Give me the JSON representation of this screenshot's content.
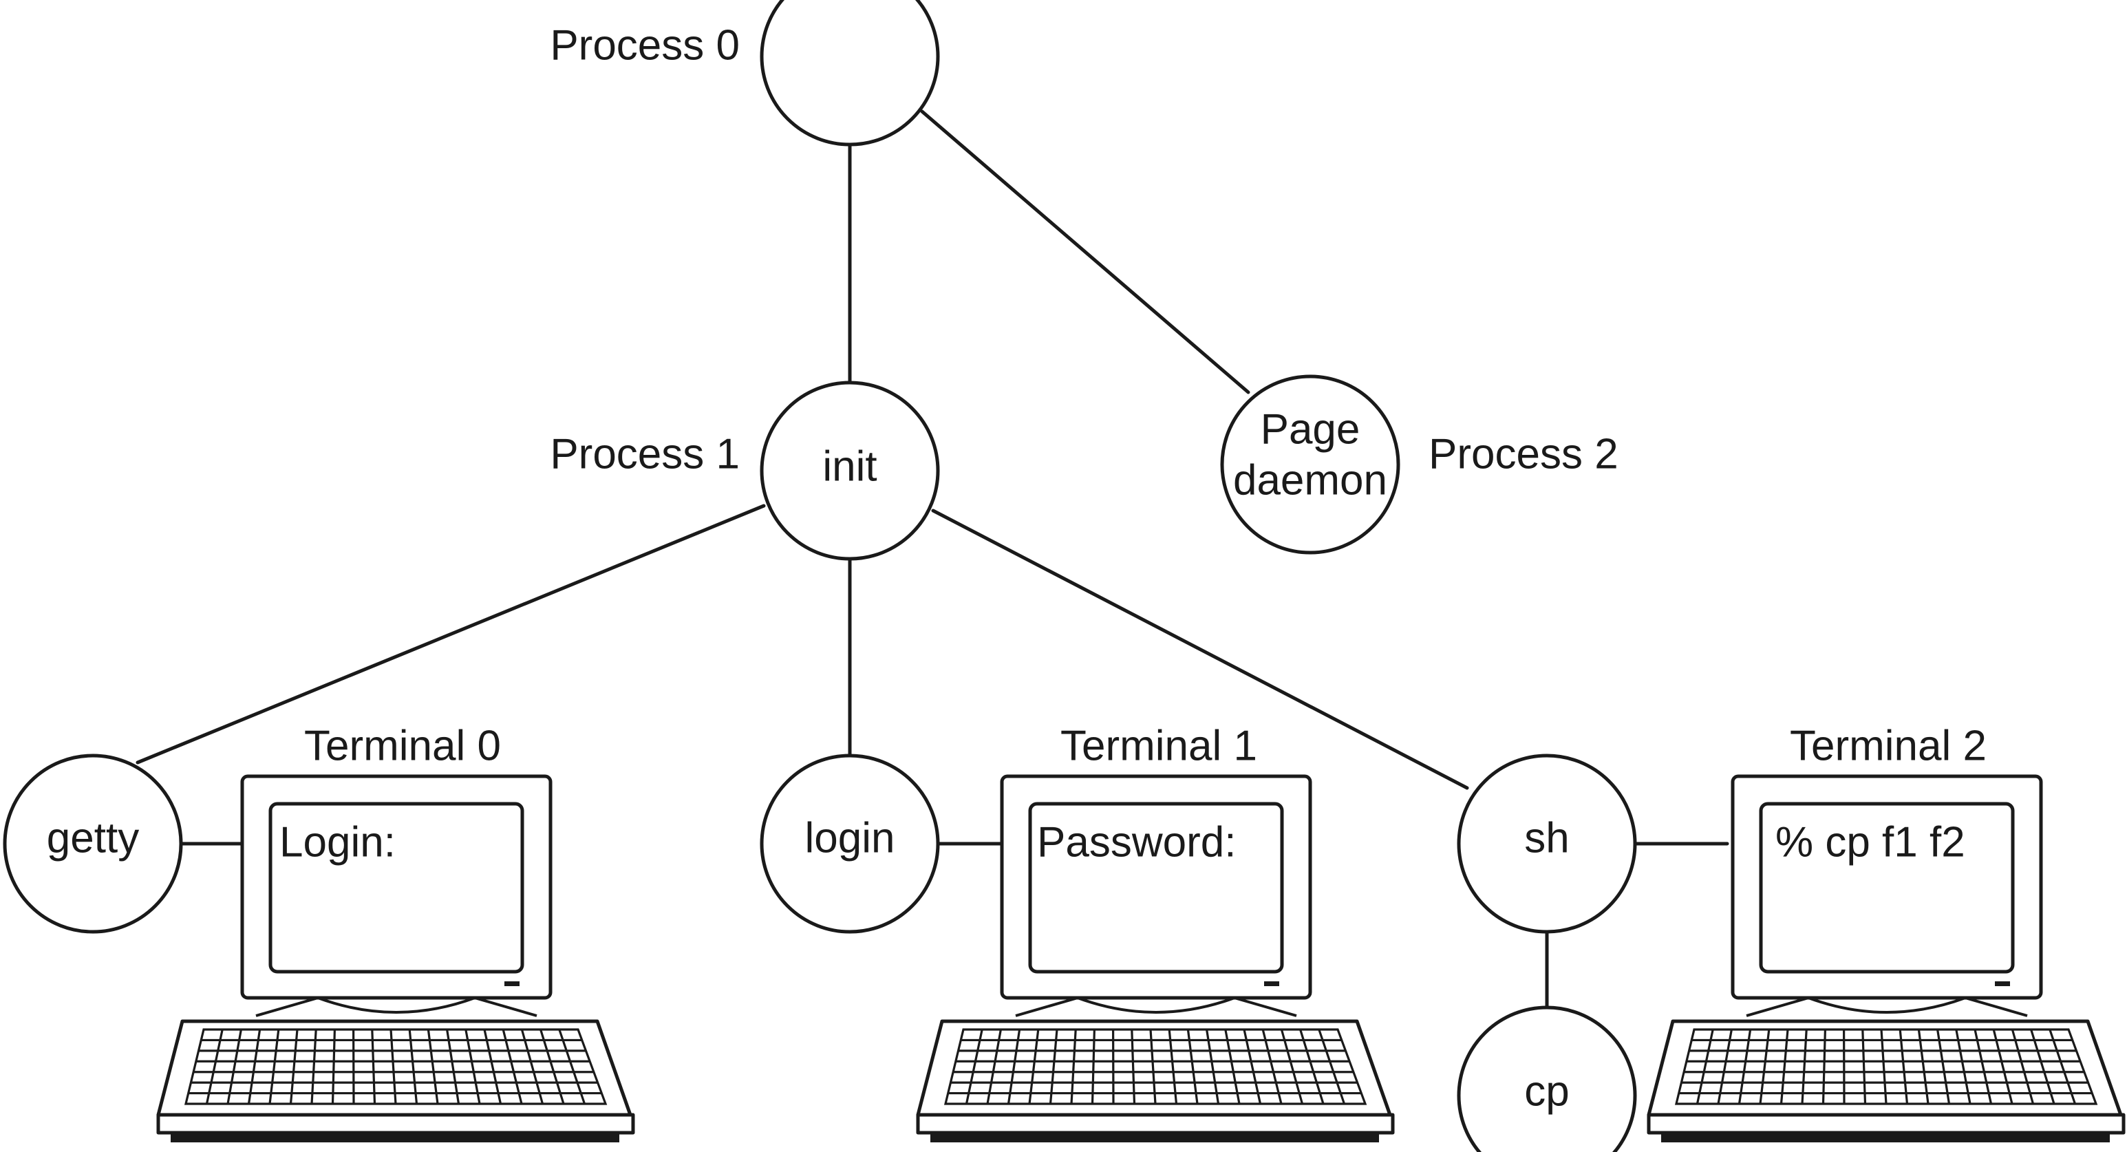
{
  "process_labels": {
    "p0": "Process 0",
    "p1": "Process 1",
    "p2": "Process 2"
  },
  "nodes": {
    "process0": "",
    "init": "init",
    "page_daemon": [
      "Page",
      "daemon"
    ],
    "getty": "getty",
    "login": "login",
    "sh": "sh",
    "cp": "cp"
  },
  "terminals": [
    {
      "title": "Terminal 0",
      "screen": "Login:"
    },
    {
      "title": "Terminal 1",
      "screen": "Password:"
    },
    {
      "title": "Terminal 2",
      "screen": "% cp f1 f2"
    }
  ],
  "colors": {
    "ink": "#1a1a1a",
    "background": "#ffffff"
  }
}
